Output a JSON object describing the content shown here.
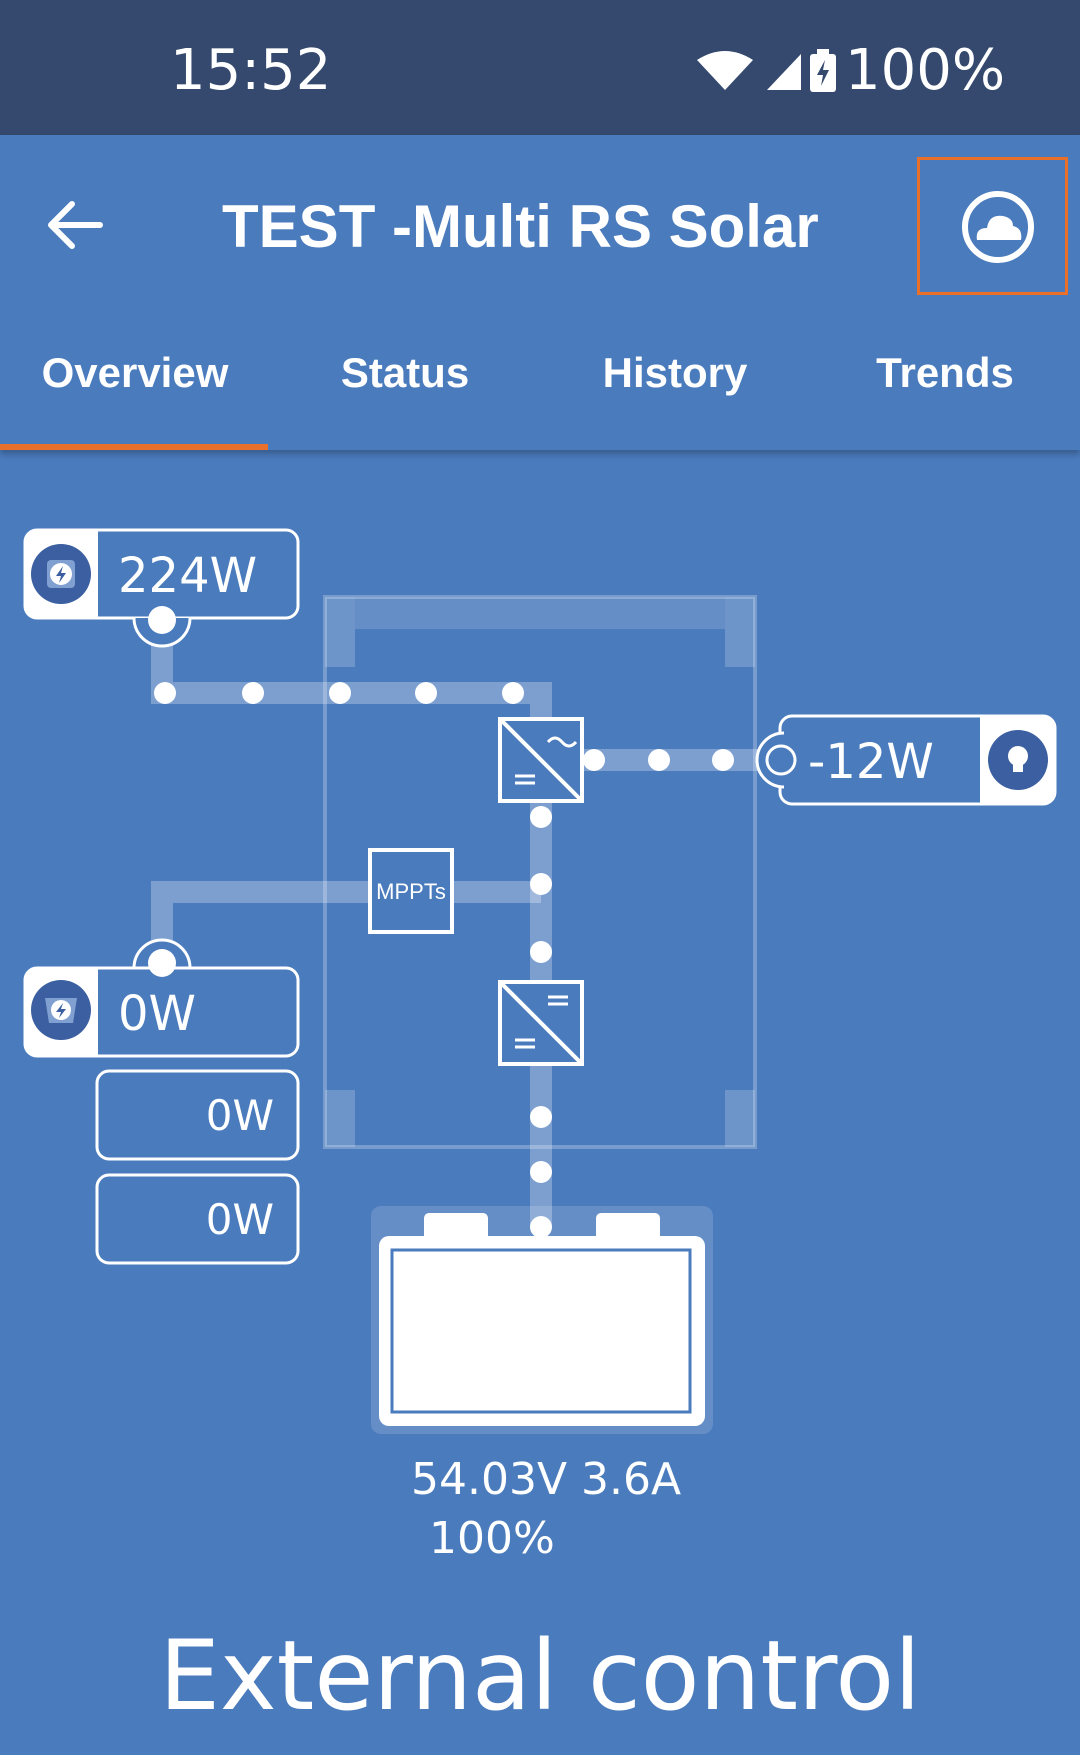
{
  "status_bar": {
    "time": "15:52",
    "battery": "100%"
  },
  "header": {
    "title": "TEST -Multi RS Solar"
  },
  "tabs": [
    {
      "label": "Overview"
    },
    {
      "label": "Status"
    },
    {
      "label": "History"
    },
    {
      "label": "Trends"
    }
  ],
  "diagram": {
    "ac_input_power": "224W",
    "ac_output_power": "-12W",
    "mppt_label": "MPPTs",
    "pv_total_power": "0W",
    "pv_tracker_1": "0W",
    "pv_tracker_2": "0W",
    "battery_voltage": "54.03V",
    "battery_current": "3.6A",
    "battery_soc": "100%"
  },
  "footer": {
    "mode_text": "External control"
  },
  "colors": {
    "background": "#4a7bbd",
    "status_bar": "#34496d",
    "accent": "#e8702a",
    "dark_icon": "#3b5fa0"
  }
}
